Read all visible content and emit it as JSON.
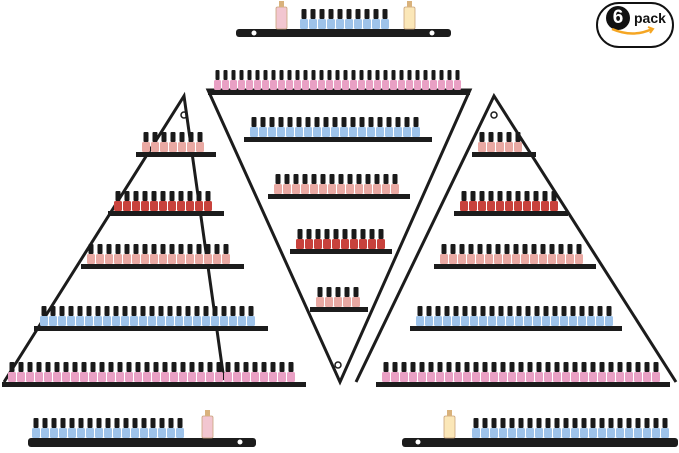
{
  "badge": {
    "count": "6",
    "word": "pack"
  },
  "colors": {
    "shelf": "#1c1c1c",
    "cap": "#1a1a1a",
    "pink": "#e9a0c4",
    "nude": "#e9a9a3",
    "red": "#c8423c",
    "blue": "#9ec3ea",
    "accent": "#f5a623"
  },
  "products": {
    "shelf_count": 6,
    "styles": [
      "triangle-up-left",
      "triangle-down-center",
      "triangle-up-right",
      "straight-top",
      "straight-bottom-left",
      "straight-bottom-right"
    ]
  }
}
